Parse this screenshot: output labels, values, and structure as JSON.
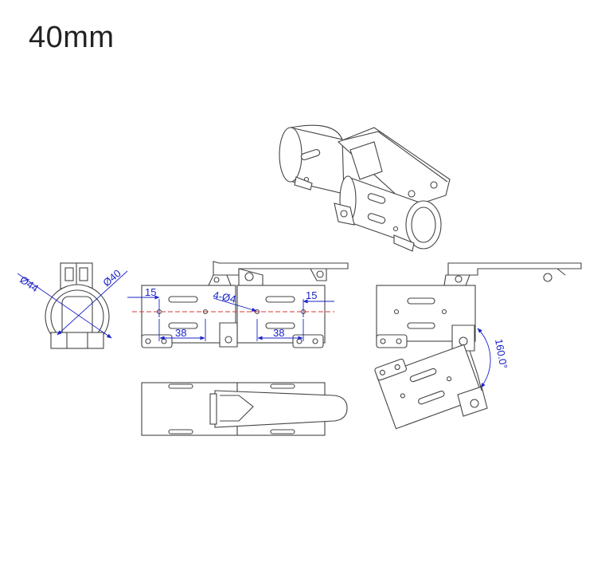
{
  "title": "40mm",
  "dimensions": {
    "d44": "Ø44",
    "d40": "Ø40",
    "w15_left": "15",
    "w38_left": "38",
    "holes": "4-Ø4",
    "w15_right": "15",
    "w38_right": "38",
    "angle": "160.0°"
  },
  "colors": {
    "line": "#444444",
    "dimension": "#1a23c9",
    "centerline": "#d63a3a"
  }
}
